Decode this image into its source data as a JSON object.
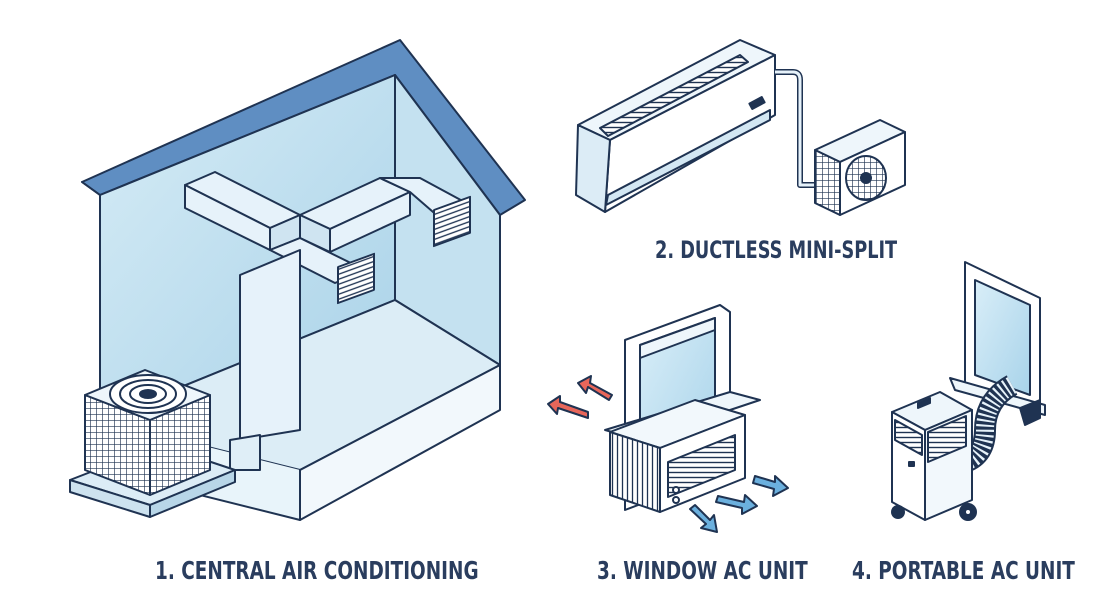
{
  "labels": {
    "central": "1. CENTRAL AIR CONDITIONING",
    "minisplit": "2. DUCTLESS MINI-SPLIT",
    "window": "3. WINDOW AC UNIT",
    "portable": "4. PORTABLE AC UNIT"
  },
  "colors": {
    "outline": "#1f3352",
    "roof": "#5f8ec2",
    "house_wall": "#cfe6f2",
    "duct": "#e6f2fa",
    "glass": "#bfe0f0",
    "hot_arrow": "#e8665a",
    "cool_arrow": "#6bb0de",
    "label_text": "#2a3d5e"
  }
}
